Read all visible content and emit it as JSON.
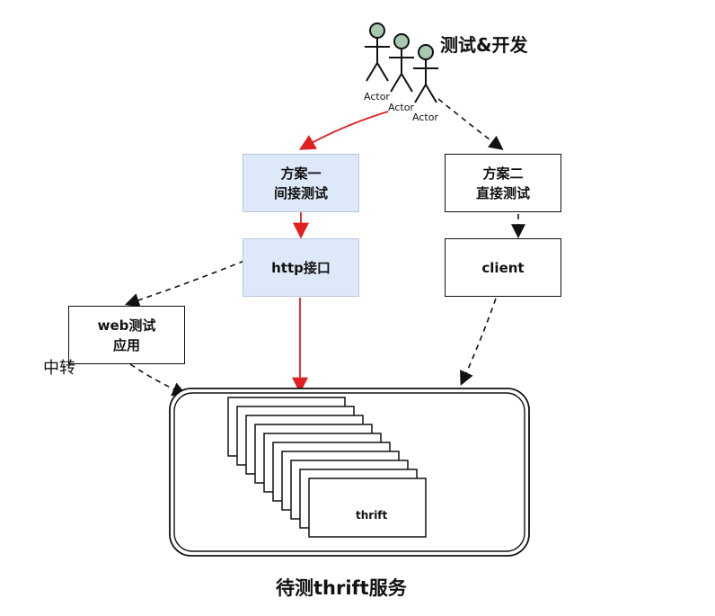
{
  "actors": {
    "label": "Actor",
    "group_title": "测试&开发"
  },
  "nodes": {
    "plan1": "方案一\n间接测试",
    "plan2": "方案二\n直接测试",
    "http": "http接口",
    "client": "client",
    "web": "web测试\n应用",
    "relay": "中转",
    "thrift_card": "thrift",
    "service_title": "待测thrift服务"
  },
  "colors": {
    "red_arrow": "#e02020",
    "dashed_arrow": "#111111",
    "blue_fill": "#dde8f8",
    "actor_head": "#a8c8b0"
  }
}
